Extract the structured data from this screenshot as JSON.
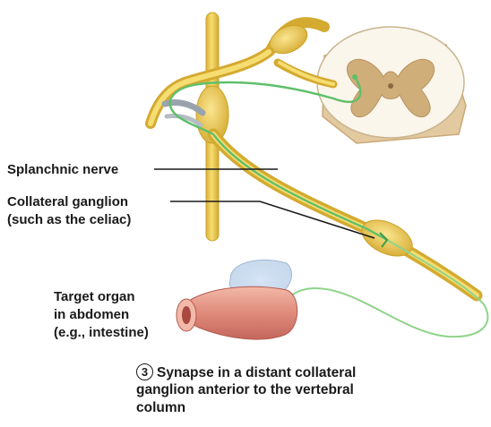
{
  "labels": {
    "splanchnic_nerve": "Splanchnic nerve",
    "collateral_ganglion_line1": "Collateral ganglion",
    "collateral_ganglion_line2": "(such as the celiac)",
    "target_organ_line1": "Target organ",
    "target_organ_line2": "in abdomen",
    "target_organ_line3": "(e.g., intestine)"
  },
  "caption": {
    "step_number": "3",
    "line1": "Synapse in a distant collateral",
    "line2": "ganglion anterior to the vertebral",
    "line3": "column"
  },
  "colors": {
    "nerve_yellow": "#e8c84a",
    "nerve_edge": "#c9a227",
    "preganglionic_fiber": "#5fbf6a",
    "postganglionic_fiber": "#8fd48a",
    "spinal_cord_white_matter": "#fbf6ec",
    "spinal_cord_gray_matter": "#cfae7a",
    "intestine": "#e49a8c",
    "mesentery": "#b9cfe8",
    "leader_line": "#1a1a1a"
  }
}
